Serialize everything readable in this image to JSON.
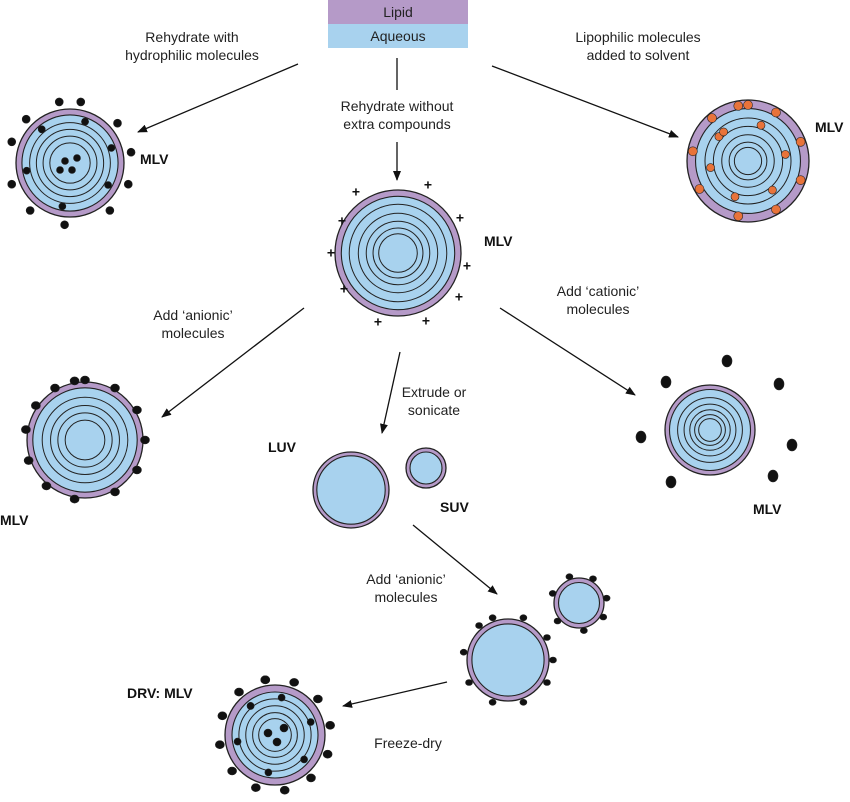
{
  "legend": {
    "lipid": "Lipid",
    "aqueous": "Aqueous",
    "lipid_color": "#b59ac8",
    "aqueous_color": "#a8d2ee"
  },
  "labels": {
    "rehydrate_hydrophilic": [
      "Rehydrate with",
      "hydrophilic molecules"
    ],
    "rehydrate_without": [
      "Rehydrate without",
      "extra compounds"
    ],
    "lipophilic": [
      "Lipophilic molecules",
      "added to solvent"
    ],
    "add_anionic_left": [
      "Add ‘anionic’",
      "molecules"
    ],
    "add_cationic": [
      "Add ‘cationic’",
      "molecules"
    ],
    "extrude": [
      "Extrude or",
      "sonicate"
    ],
    "add_anionic_bottom": [
      "Add ‘anionic’",
      "molecules"
    ],
    "freeze_dry": "Freeze-dry"
  },
  "vesicle_labels": {
    "mlv_top_left": "MLV",
    "mlv_top_right": "MLV",
    "mlv_center": "MLV",
    "mlv_left": "MLV",
    "mlv_right": "MLV",
    "luv": "LUV",
    "suv": "SUV",
    "drv": "DRV: MLV"
  },
  "colors": {
    "lipid": "#b59ac8",
    "aqueous": "#a8d2ee",
    "outline": "#222222",
    "orange_molecule": "#e8733a",
    "black_molecule": "#111111"
  },
  "symbols": {
    "positive_charge": "+"
  }
}
